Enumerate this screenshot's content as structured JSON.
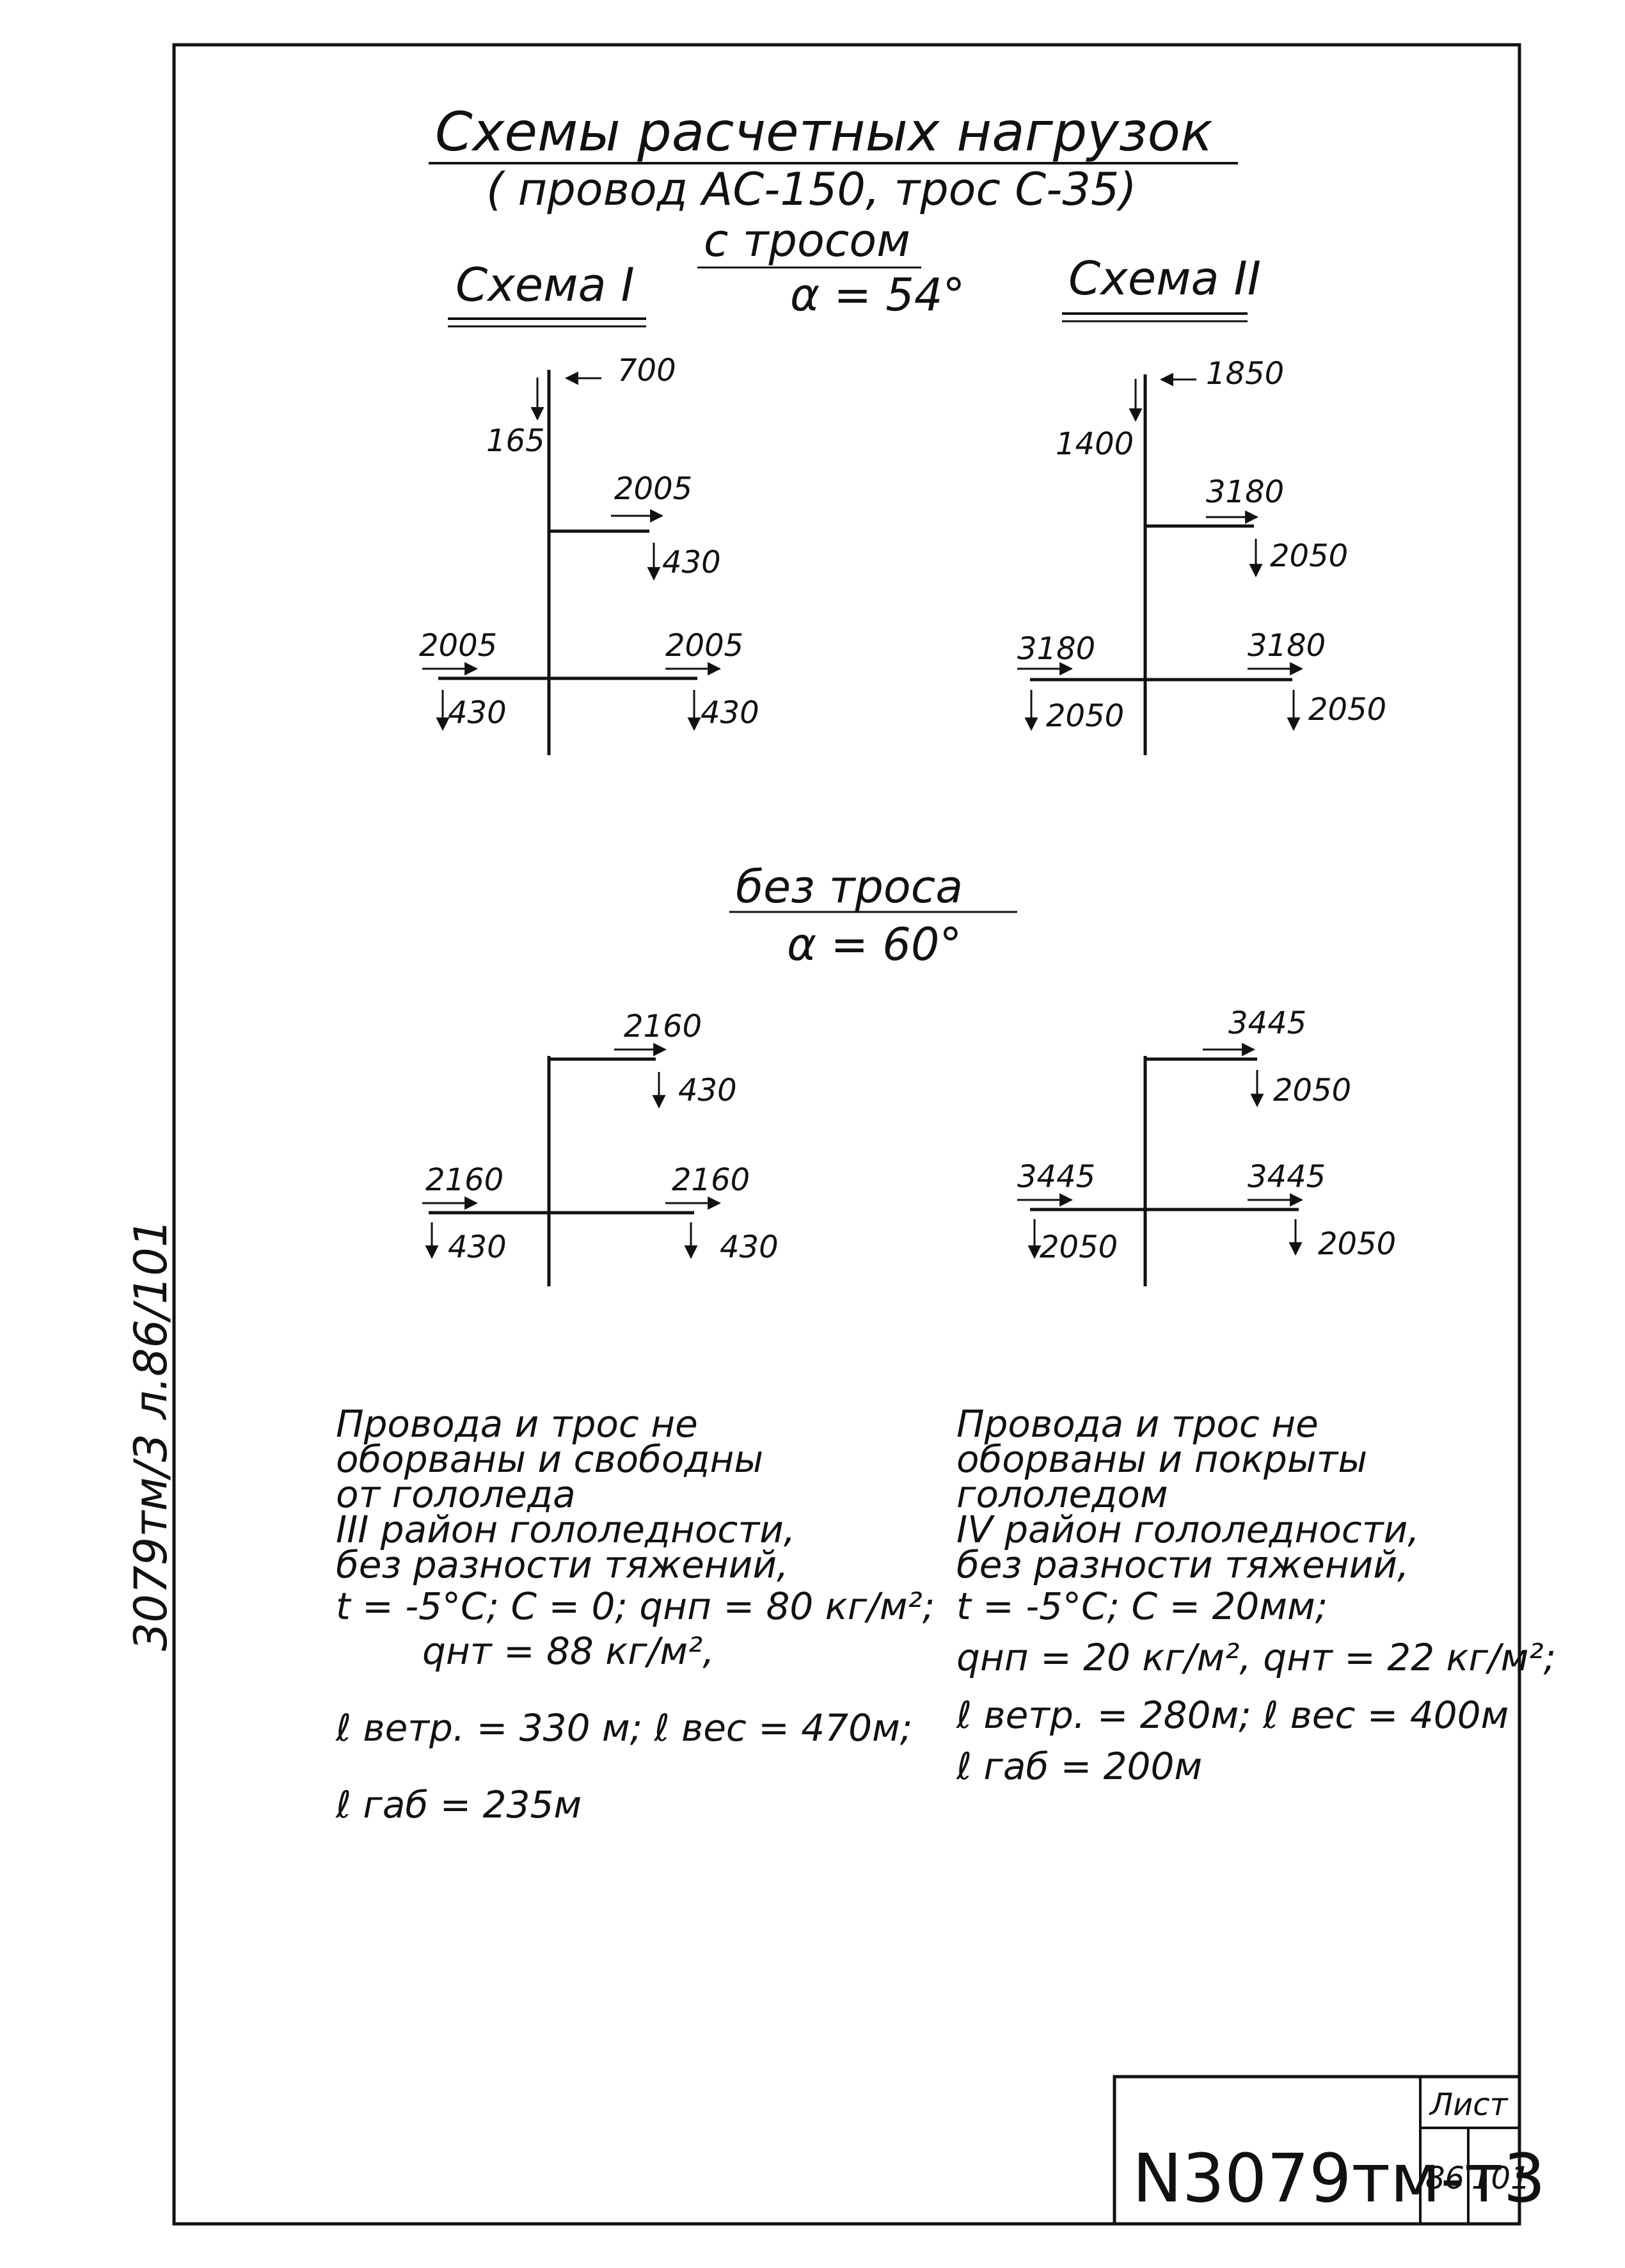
{
  "sheet": {
    "title": "Схемы расчетных нагрузок",
    "subtitle": "( провод АС-150, трос С-35)",
    "scheme1_label": "Схема I",
    "scheme2_label": "Схема II",
    "with_cable": "с тросом",
    "alpha_with": "α = 54°",
    "without_cable": "без троса",
    "alpha_without": "α = 60°",
    "side_ref": "3079тм/3 л.86/101"
  },
  "diagrams": {
    "s1_with": {
      "top_h": "700",
      "top_v": "165",
      "mid_h": "2005",
      "mid_v": "430",
      "left_h": "2005",
      "left_v": "430",
      "right_h": "2005",
      "right_v": "430"
    },
    "s2_with": {
      "top_h": "1850",
      "top_v": "1400",
      "mid_h": "3180",
      "mid_v": "2050",
      "left_h": "3180",
      "left_v": "2050",
      "right_h": "3180",
      "right_v": "2050"
    },
    "s1_without": {
      "top_h": "2160",
      "top_v": "430",
      "left_h": "2160",
      "left_v": "430",
      "right_h": "2160",
      "right_v": "430"
    },
    "s2_without": {
      "top_h": "3445",
      "top_v": "2050",
      "left_h": "3445",
      "left_v": "2050",
      "right_h": "3445",
      "right_v": "2050"
    }
  },
  "notes": {
    "left": [
      "Провода и трос не",
      "оборваны и свободны",
      "от гололеда",
      "III район гололедности,",
      "без разности тяжений,",
      "t = -5°C; C = 0; qнп = 80 кг/м²;",
      "qнт = 88 кг/м²,",
      "ℓ ветр. = 330 м;  ℓ вес = 470м;",
      "ℓ габ = 235м"
    ],
    "right": [
      "Провода и трос не",
      "оборваны и покрыты",
      "гололедом",
      "IV район гололедности,",
      "без разности тяжений,",
      "t = -5°C;  C = 20мм;",
      "qнп = 20 кг/м², qнт = 22 кг/м²;",
      "ℓ ветр. = 280м; ℓ вес = 400м",
      "ℓ габ = 200м"
    ]
  },
  "stamp": {
    "doc_no": "N3079тм-т3",
    "sheet_label": "Лист",
    "sheet_no": "86",
    "sheet_total": "101"
  }
}
